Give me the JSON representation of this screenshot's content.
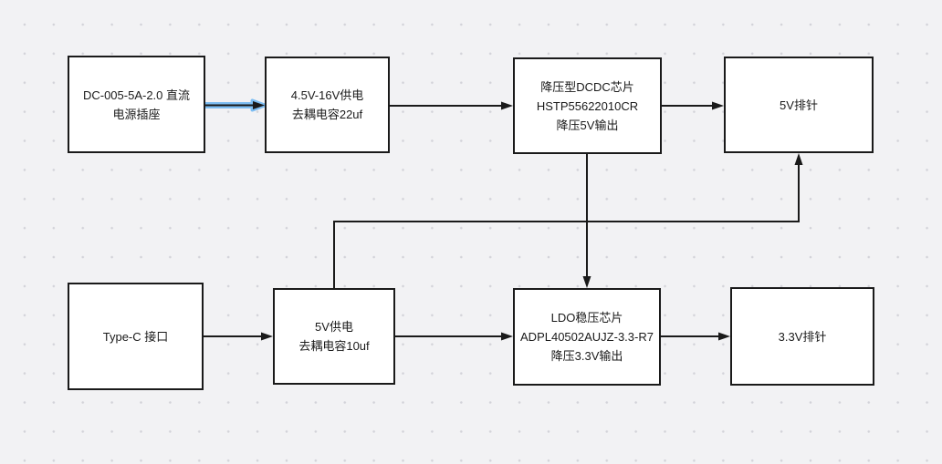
{
  "canvas": {
    "background_color": "#f2f2f4",
    "grid_dot_color": "#d3d3d9",
    "node_fill": "#ffffff",
    "node_border_color": "#1a1a1a",
    "edge_color": "#1a1a1a",
    "selection_highlight_color": "#7dbdf2",
    "text_color": "#1a1a1a"
  },
  "nodes": [
    {
      "id": "dc-jack",
      "lines": [
        "DC-005-5A-2.0 直流",
        "电源插座"
      ]
    },
    {
      "id": "cap22",
      "lines": [
        "4.5V-16V供电",
        "去耦电容22uf"
      ]
    },
    {
      "id": "dcdc",
      "lines": [
        "降压型DCDC芯片",
        "HSTP55622010CR",
        "降压5V输出"
      ]
    },
    {
      "id": "5v-header",
      "lines": [
        "5V排针"
      ]
    },
    {
      "id": "typec",
      "lines": [
        "Type-C 接口"
      ]
    },
    {
      "id": "cap10",
      "lines": [
        "5V供电",
        "去耦电容10uf"
      ]
    },
    {
      "id": "ldo",
      "lines": [
        "LDO稳压芯片",
        "ADPL40502AUJZ-3.3-R7",
        "降压3.3V输出"
      ]
    },
    {
      "id": "3v3-header",
      "lines": [
        "3.3V排针"
      ]
    }
  ],
  "edges": [
    {
      "from": "dc-jack",
      "to": "cap22",
      "selected": true
    },
    {
      "from": "cap22",
      "to": "dcdc"
    },
    {
      "from": "dcdc",
      "to": "5v-header"
    },
    {
      "from": "dcdc",
      "to": "ldo"
    },
    {
      "from": "cap10",
      "to": "5v-header",
      "route": "up-right-up elbow"
    },
    {
      "from": "typec",
      "to": "cap10"
    },
    {
      "from": "cap10",
      "to": "ldo"
    },
    {
      "from": "ldo",
      "to": "3v3-header"
    }
  ]
}
